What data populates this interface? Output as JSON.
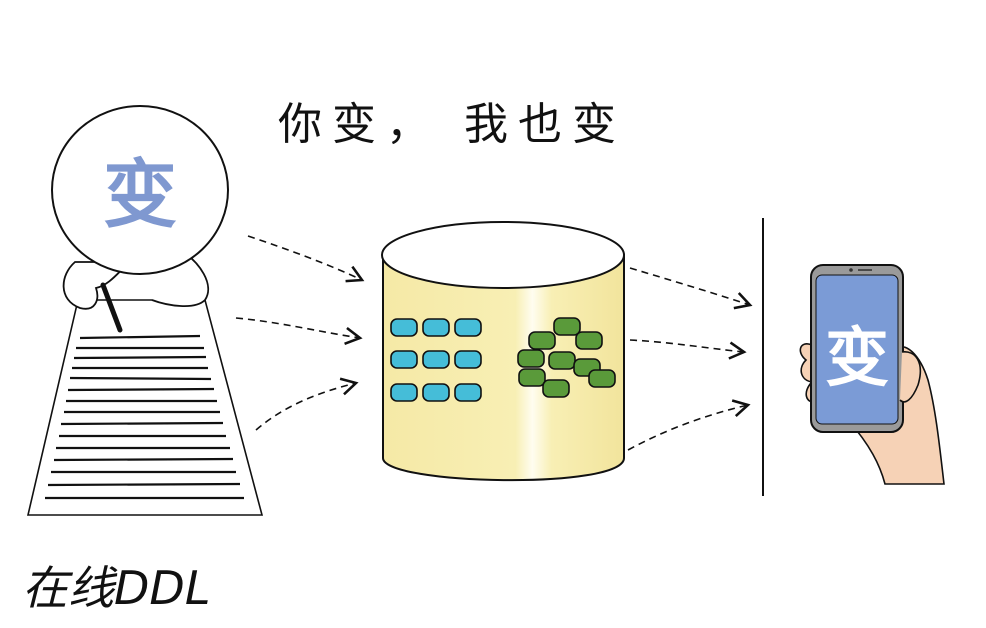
{
  "title": "你变， 我也变",
  "caption": "在线DDL",
  "head_glyph": "变",
  "phone_glyph": "变",
  "colors": {
    "head_glyph": "#7f98d0",
    "cylinder_body": "#f7eeaf",
    "cylinder_highlight": "#fffdf0",
    "cyan_block": "#45bdd8",
    "green_block": "#5a9a3a",
    "phone_screen": "#7b9bd6",
    "hand": "#f6d2b6"
  }
}
